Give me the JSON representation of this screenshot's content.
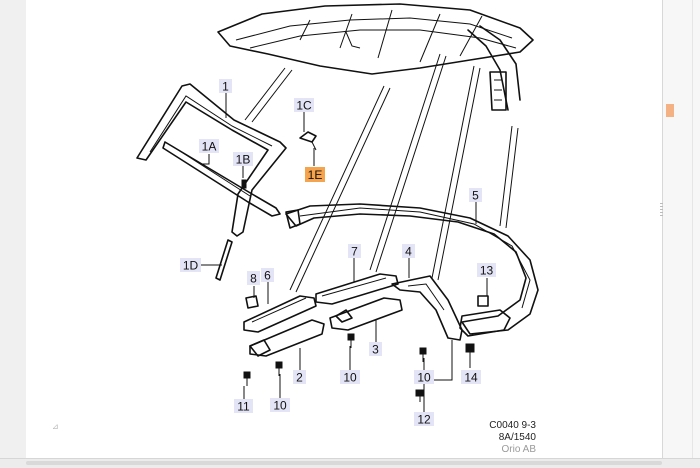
{
  "diagram": {
    "callouts": [
      {
        "id": "c-1",
        "label": "1",
        "highlight": false
      },
      {
        "id": "c-1c",
        "label": "1C",
        "highlight": false
      },
      {
        "id": "c-1a",
        "label": "1A",
        "highlight": false
      },
      {
        "id": "c-1b",
        "label": "1B",
        "highlight": false
      },
      {
        "id": "c-1e",
        "label": "1E",
        "highlight": true
      },
      {
        "id": "c-5",
        "label": "5",
        "highlight": false
      },
      {
        "id": "c-1d",
        "label": "1D",
        "highlight": false
      },
      {
        "id": "c-7",
        "label": "7",
        "highlight": false
      },
      {
        "id": "c-4",
        "label": "4",
        "highlight": false
      },
      {
        "id": "c-13",
        "label": "13",
        "highlight": false
      },
      {
        "id": "c-8",
        "label": "8",
        "highlight": false
      },
      {
        "id": "c-6",
        "label": "6",
        "highlight": false
      },
      {
        "id": "c-3",
        "label": "3",
        "highlight": false
      },
      {
        "id": "c-2",
        "label": "2",
        "highlight": false
      },
      {
        "id": "c-10a",
        "label": "10",
        "highlight": false
      },
      {
        "id": "c-10b",
        "label": "10",
        "highlight": false
      },
      {
        "id": "c-10c",
        "label": "10",
        "highlight": false
      },
      {
        "id": "c-14",
        "label": "14",
        "highlight": false
      },
      {
        "id": "c-11",
        "label": "11",
        "highlight": false
      },
      {
        "id": "c-12",
        "label": "12",
        "highlight": false
      }
    ],
    "caption_line1": "C0040 9-3",
    "caption_line2": "8A/1540",
    "caption_line3": "Orio AB",
    "colors": {
      "highlight": "#f6a34e",
      "callout_bg": "#e4e4f7",
      "accent_marker": "#f4b183"
    }
  },
  "icons": {
    "corner_mark": "⊿"
  }
}
